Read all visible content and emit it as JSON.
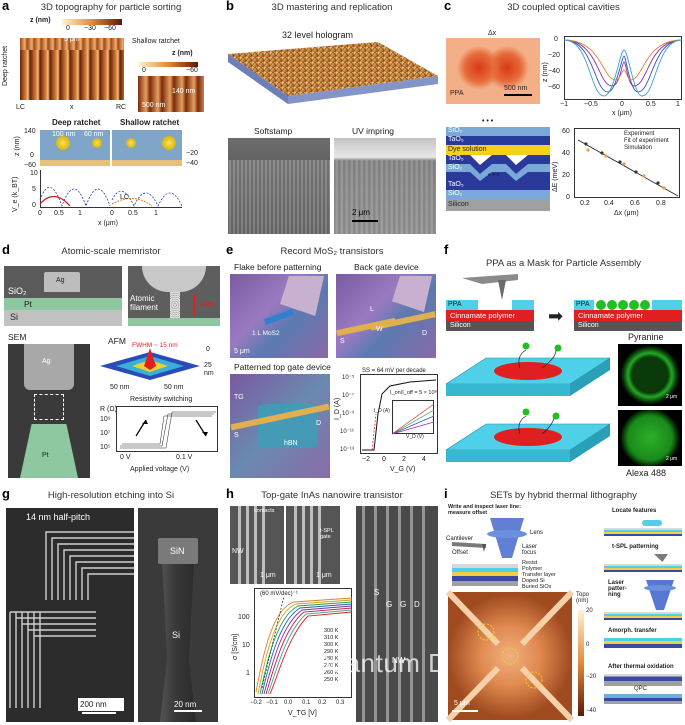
{
  "panels": {
    "a": {
      "label": "a",
      "title": "3D topography for particle sorting",
      "z_legend": "z (nm)",
      "z_ticks": [
        "0",
        "−30",
        "−60"
      ],
      "scale_5um": "5 μm",
      "shallow_ratchet": "Shallow ratchet",
      "deep_ratchet": "Deep ratchet",
      "inset_z": "z (nm)",
      "inset_ticks": [
        "0",
        "−60"
      ],
      "inset_scale": "500 nm",
      "inset_nm": "140 nm",
      "lc": "LC",
      "rc": "RC",
      "x_arrow": "x",
      "deep_title": "Deep ratchet",
      "shallow_title": "Shallow ratchet",
      "deep_100": "100 nm",
      "deep_60": "60 nm",
      "z_label": "z (nm)",
      "z_ticks_left": [
        "140",
        "0",
        "−60"
      ],
      "z_ticks_right": [
        "−20",
        "−40"
      ],
      "v_label": "V_e (k_BT)",
      "v_ticks": [
        "10",
        "5",
        "0"
      ],
      "x_ticks": [
        "0",
        "0.5",
        "1",
        "0",
        "0.5",
        "1"
      ],
      "x_label": "x (μm)",
      "lc_small": "LC"
    },
    "b": {
      "label": "b",
      "title": "3D mastering and replication",
      "hologram": "32 level hologram",
      "softstamp": "Softstamp",
      "uv": "UV impring",
      "scale": "2 μm"
    },
    "c": {
      "label": "c",
      "title": "3D coupled optical cavities",
      "dx": "Δx",
      "ppa": "PPA",
      "scale": "500 nm",
      "layers": [
        "SiO₂",
        "TaO₅",
        "Dye solution",
        "TaO₅",
        "SiO₂",
        "TaO₅",
        "SiO₂",
        "Silicon"
      ],
      "dots": "• • •",
      "top_y_label": "z (nm)",
      "top_y_ticks": [
        "0",
        "−20",
        "−40",
        "−60"
      ],
      "top_x_ticks": [
        "−1",
        "−0.5",
        "0",
        "0.5",
        "1"
      ],
      "top_x_label": "x (μm)",
      "bot_y_label": "ΔE (meV)",
      "bot_y_ticks": [
        "60",
        "40",
        "20",
        "0"
      ],
      "bot_x_ticks": [
        "0.2",
        "0.4",
        "0.6",
        "0.8"
      ],
      "bot_x_label": "Δx (μm)",
      "legend": [
        "Experiment",
        "Fit of experiment",
        "Simulation"
      ]
    },
    "d": {
      "label": "d",
      "title": "Atomic-scale memristor",
      "ag": "Ag",
      "sio2": "SiO₂",
      "pt": "Pt",
      "si": "Si",
      "atomic": "Atomic\nfilament",
      "one_nm": "1 nm",
      "sem": "SEM",
      "afm": "AFM",
      "sem_ag": "Ag",
      "sem_pt": "Pt",
      "fwhm": "FWHM ~ 15 nm",
      "afm_ticks": [
        "0",
        "25",
        "nm"
      ],
      "afm_x1": "50 nm",
      "afm_x2": "50 nm",
      "res_title": "Resistivity switching",
      "r_label": "R (Ω)",
      "r_ticks": [
        "10⁹",
        "10⁷",
        "10⁵"
      ],
      "v_ticks": [
        "0 V",
        "0.1 V"
      ],
      "v_label": "Applied voltage (V)"
    },
    "e": {
      "label": "e",
      "title": "Record MoS₂ transistors",
      "flake": "Flake before patterning",
      "back": "Back gate device",
      "one_l": "1 L MoS2",
      "scale": "5 μm",
      "top": "Patterned top gate device",
      "tg": "TG",
      "s": "S",
      "d": "D",
      "l": "L",
      "w": "W",
      "hbn": "hBN",
      "ss": "SS = 64 mV per decade",
      "ratio": "I_on/I_off = 5 × 10⁸",
      "id_label": "I_D (A)",
      "id_ticks": [
        "10⁻⁵",
        "10⁻⁷",
        "10⁻⁹",
        "10⁻¹¹",
        "10⁻¹³"
      ],
      "vg_label": "V_G (V)",
      "vg_ticks": [
        "−2",
        "0",
        "2",
        "4"
      ],
      "inset_vd": "V_D (V)",
      "inset_id": "I_D (A)"
    },
    "f": {
      "label": "f",
      "title": "PPA as a Mask for Particle Assembly",
      "ppa1": "PPA",
      "ppa2": "PPA",
      "cinnamate1": "Cinnamate polymer",
      "cinnamate2": "Cinnamate polymer",
      "silicon1": "Silicon",
      "silicon2": "Silicon",
      "pyranine": "Pyranine",
      "alexa": "Alexa 488",
      "scale1": "2 μm",
      "scale2": "2 μm"
    },
    "g": {
      "label": "g",
      "title": "High-resolution etching into Si",
      "halfpitch": "14 nm half-pitch",
      "scale1": "200 nm",
      "sin": "SiN",
      "si": "Si",
      "scale2": "20 nm"
    },
    "h": {
      "label": "h",
      "title": "Top-gate InAs nanowire transistor",
      "contacts": "contacts",
      "gate": "t-SPL\ngate",
      "nw": "NW",
      "scale1": "1 μm",
      "scale2": "1 μm",
      "slope": "(60 mV/dec)⁻¹",
      "sigma_label": "σ [S/cm]",
      "sigma_ticks": [
        "100",
        "10",
        "1"
      ],
      "vtg_label": "V_TG [V]",
      "vtg_ticks": [
        "−0.2",
        "−0.1",
        "0.0",
        "0.1",
        "0.2",
        "0.3"
      ],
      "temps": [
        "300 K",
        "310 K",
        "300 K",
        "290 K",
        "280 K",
        "270 K",
        "260 K",
        "250 K"
      ],
      "s": "S",
      "g": "G",
      "d": "D",
      "nw2": "NW",
      "watermark": "Quantum Design"
    },
    "i": {
      "label": "i",
      "title": "SETs by hybrid thermal lithography",
      "step1": "Write and inspect laser line:\nmeasure offset",
      "lens": "Lens",
      "cantilever": "Cantilever",
      "offset": "Offset",
      "laser_focus": "Laser\nfocus",
      "stack": [
        "Resist",
        "Polymer",
        "Transfer layer",
        "Doped Si",
        "Buried SiOx"
      ],
      "locate": "Locate features",
      "tspl": "t-SPL patterning",
      "laser_pat": "Laser\npatter-\nning",
      "transfer": "Amorph. transfer",
      "after": "After thermal oxidation",
      "qpc": "QPC",
      "topo": "Topo\n(nm)",
      "topo_ticks": [
        "20",
        "0",
        "−20",
        "−40"
      ],
      "scale": "5 μm"
    }
  },
  "colors": {
    "orange_surface": "#c0703a",
    "sem_gray": "#555555",
    "cinnamate_red": "#e02020",
    "pyranine_green": "#22aa22",
    "ppa_cyan": "#4fd0e8",
    "silicon_gray": "#8c8c8c"
  }
}
